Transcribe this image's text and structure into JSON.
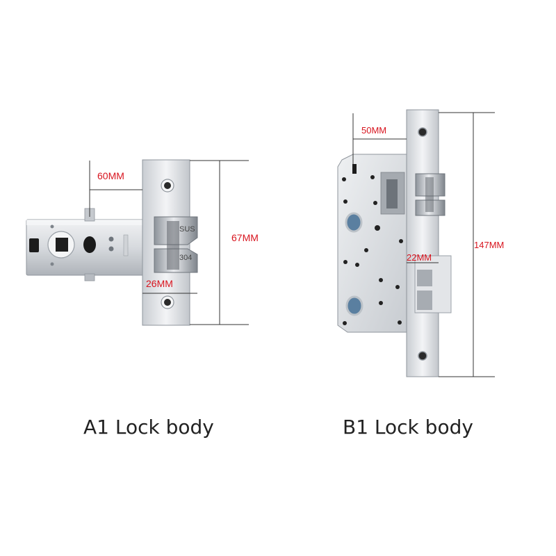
{
  "products": [
    {
      "caption": "A1 Lock body",
      "dimensions": {
        "backset": "60MM",
        "faceplate_height": "67MM",
        "latch_width": "26MM"
      },
      "faceplate_marks": [
        "SUS",
        "304"
      ]
    },
    {
      "caption": "B1 Lock body",
      "dimensions": {
        "backset": "50MM",
        "faceplate_height": "147MM",
        "latch_width": "22MM"
      }
    }
  ],
  "colors": {
    "dimension_text": "#d8141e",
    "caption_text": "#222222",
    "steel_light": "#e6e8eb",
    "steel_dark": "#9aa0a7"
  }
}
